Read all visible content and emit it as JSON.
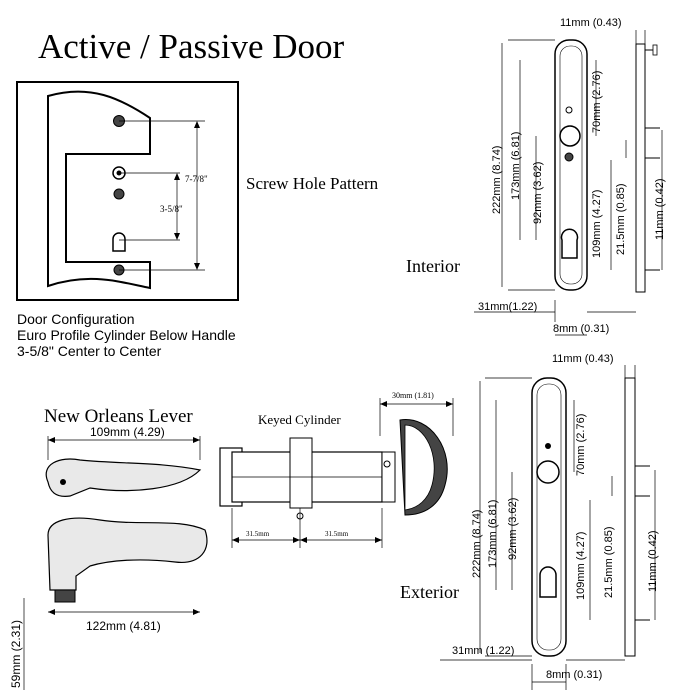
{
  "title": "Active / Passive Door",
  "screw_pattern": {
    "caption": "Screw Hole Pattern",
    "dim_outer": "7-7/8\"",
    "dim_inner": "3-5/8\""
  },
  "config": {
    "line1": "Door Configuration",
    "line2": "Euro Profile Cylinder Below Handle",
    "line3": "3-5/8\" Center to Center"
  },
  "interior": {
    "label": "Interior",
    "top_width": "11mm (0.43)",
    "h_total": "222mm (8.74)",
    "h_173": "173mm (6.81)",
    "h_92": "92mm (3.62)",
    "h_70": "70mm (2.76)",
    "h_109": "109mm (4.27)",
    "h_21": "21.5mm (0.85)",
    "h_11": "11mm (0.42)",
    "w_31": "31mm(1.22)",
    "w_8": "8mm (0.31)"
  },
  "exterior": {
    "label": "Exterior",
    "top_width": "11mm (0.43)",
    "h_total": "222mm (8.74)",
    "h_173": "173mm (6.81)",
    "h_92": "92mm (3.62)",
    "h_70": "70mm (2.76)",
    "h_109": "109mm (4.27)",
    "h_21": "21.5mm (0.85)",
    "h_11": "11mm (0.42)",
    "w_31": "31mm (1.22)",
    "w_8": "8mm (0.31)"
  },
  "lever": {
    "label": "New Orleans Lever",
    "length": "109mm (4.29)",
    "depth": "122mm (4.81)",
    "height": "59mm (2.31)"
  },
  "cylinder": {
    "label": "Keyed Cylinder",
    "cam_width": "30mm (1.81)",
    "left_len": "31.5mm",
    "right_len": "31.5mm"
  }
}
